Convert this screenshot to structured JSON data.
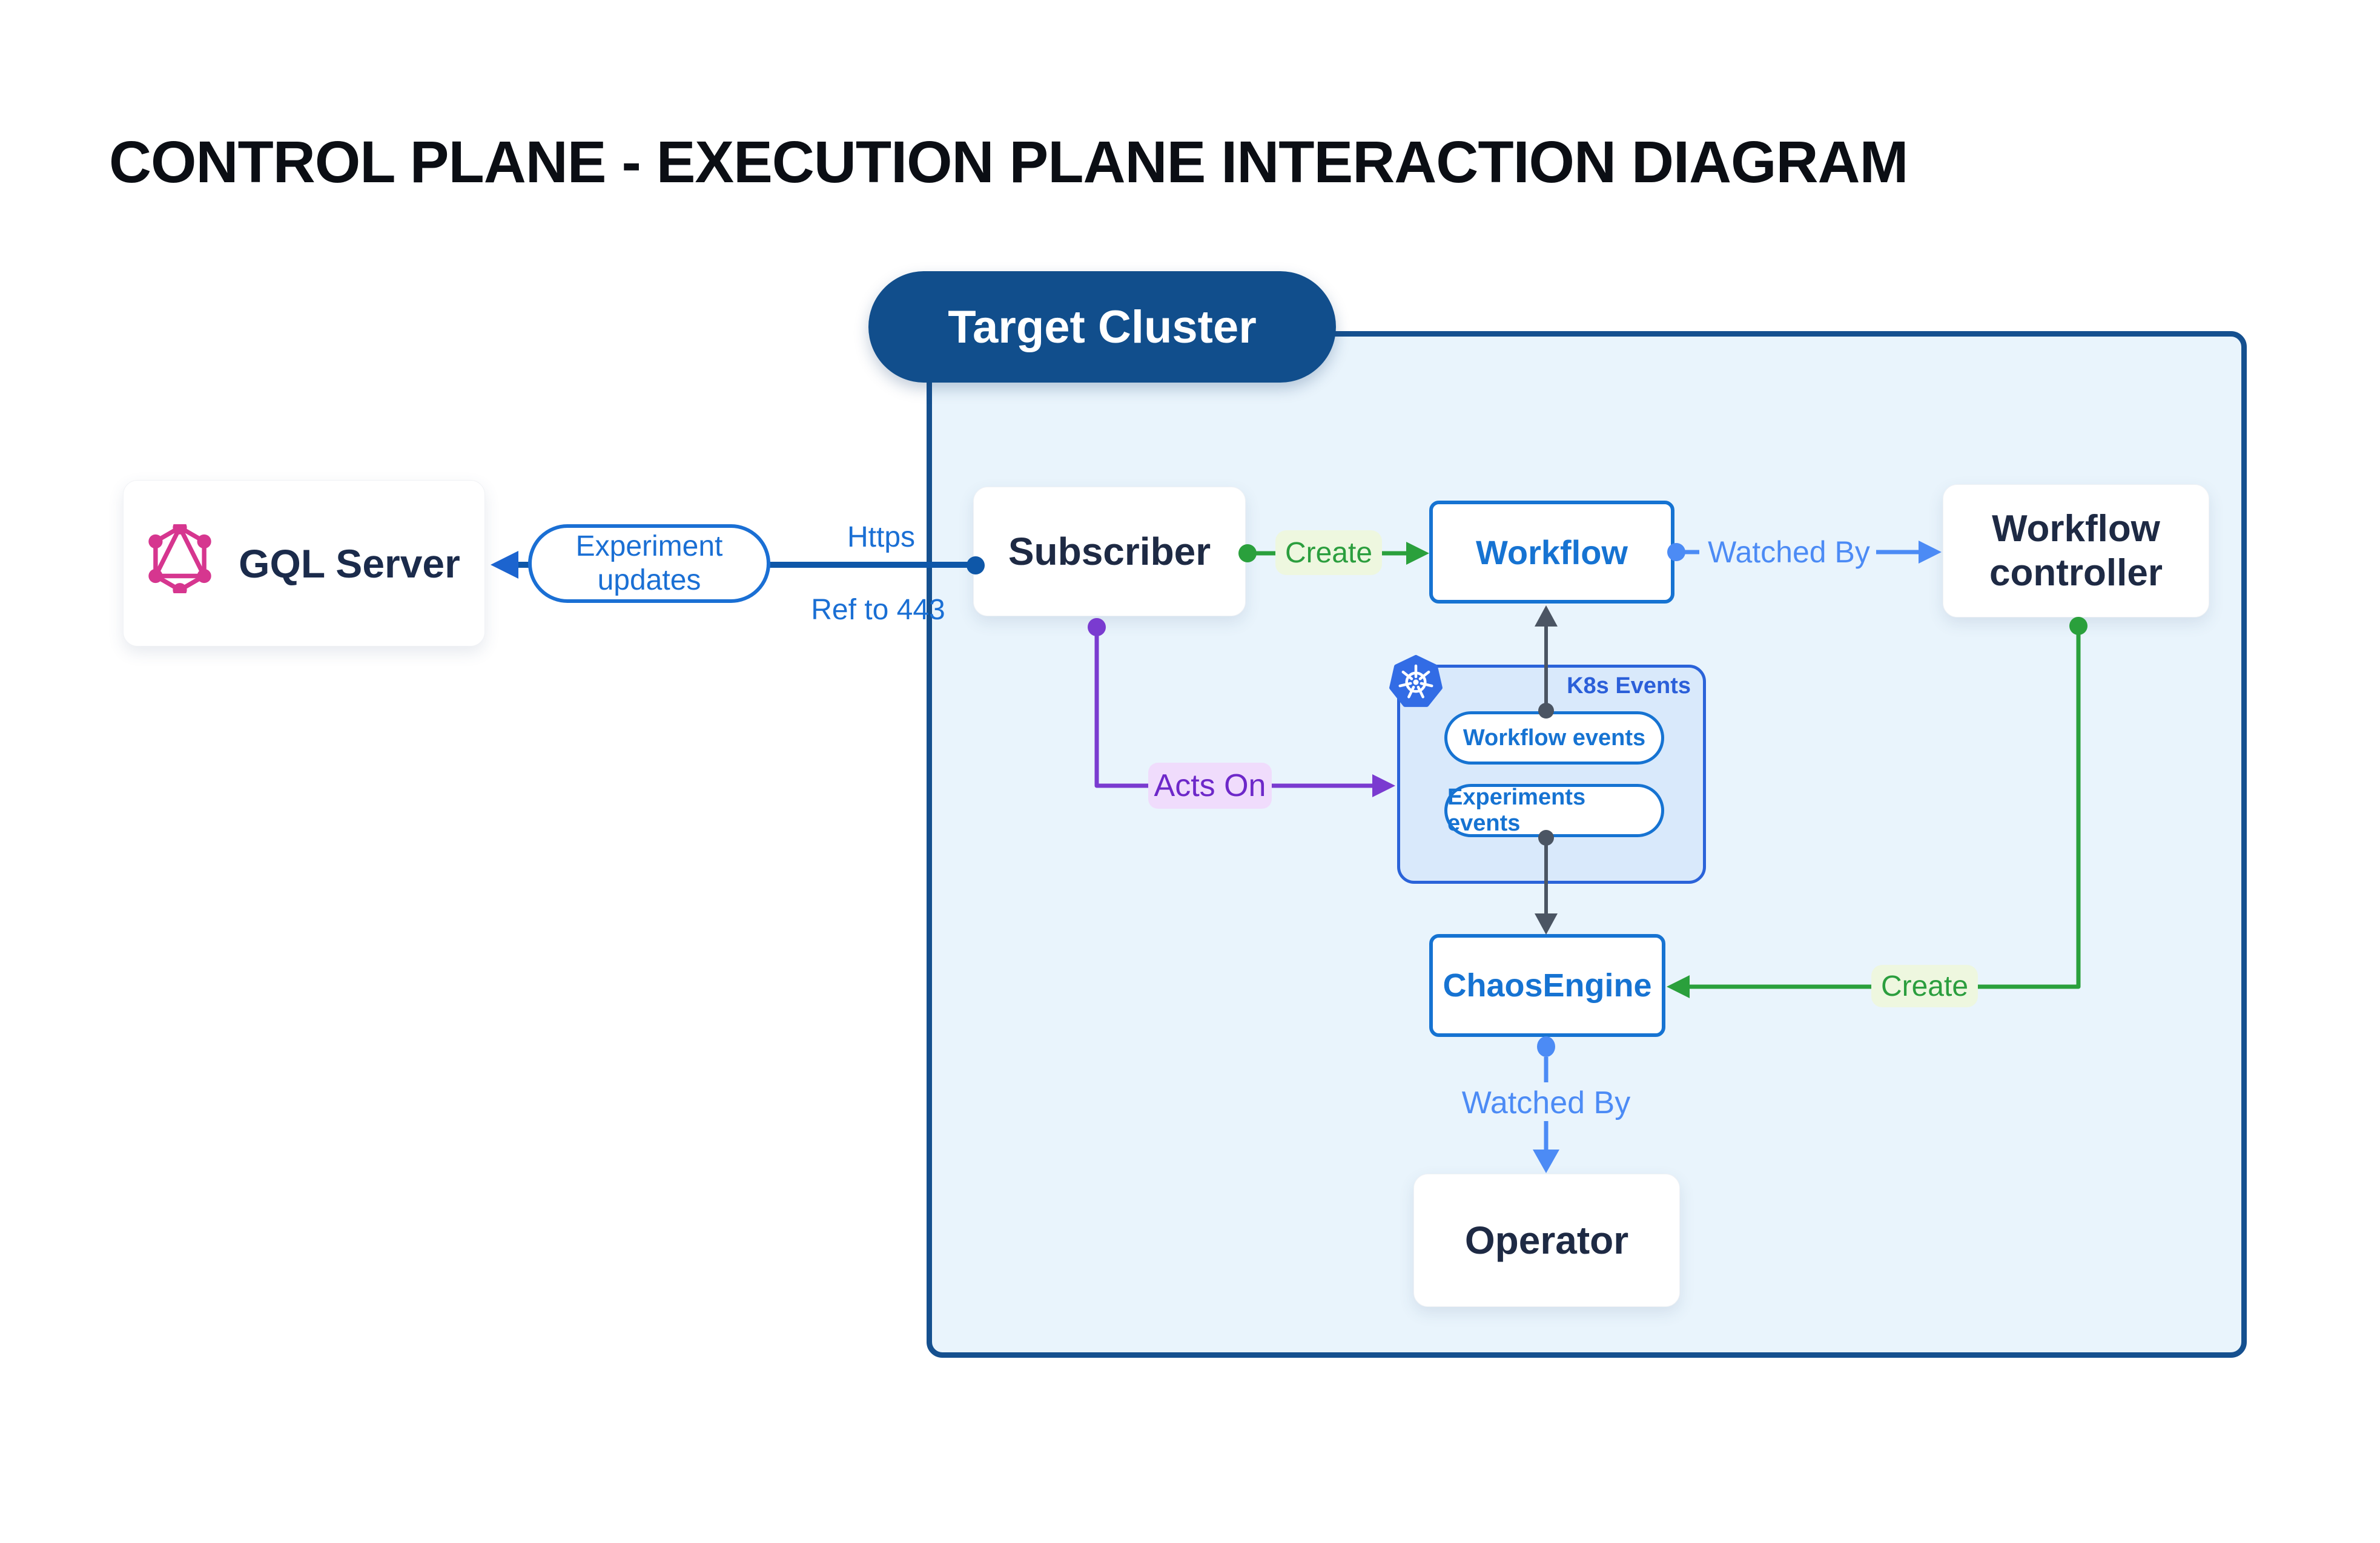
{
  "title": "CONTROL PLANE - EXECUTION PLANE INTERACTION DIAGRAM",
  "cluster": {
    "label": "Target Cluster"
  },
  "nodes": {
    "gql_server": {
      "label": "GQL Server"
    },
    "subscriber": {
      "label": "Subscriber"
    },
    "workflow": {
      "label": "Workflow"
    },
    "workflow_controller": {
      "label": "Workflow controller"
    },
    "chaos_engine": {
      "label": "ChaosEngine"
    },
    "operator": {
      "label": "Operator"
    }
  },
  "k8s_events": {
    "title": "K8s Events",
    "items": [
      {
        "label": "Workflow events"
      },
      {
        "label": "Experiments events"
      }
    ]
  },
  "edges": {
    "experiment_updates": {
      "label": "Experiment updates"
    },
    "https": {
      "label": "Https"
    },
    "ref_443": {
      "label": "Ref to 443"
    },
    "create_workflow": {
      "label": "Create"
    },
    "watched_by_workflow": {
      "label": "Watched By"
    },
    "acts_on": {
      "label": "Acts On"
    },
    "create_chaos": {
      "label": "Create"
    },
    "watched_by_chaos": {
      "label": "Watched By"
    }
  },
  "icons": {
    "graphql": "graphql-logo",
    "kubernetes": "kubernetes-logo"
  },
  "colors": {
    "title_text": "#0b0e14",
    "cluster_fill": "#e9f4fc",
    "cluster_border": "#15508f",
    "cluster_badge": "#114e8c",
    "node_navy_text": "#1e2a44",
    "node_blue": "#1673d2",
    "edge_dark_blue": "#0e57a8",
    "edge_light_blue": "#4c8bf5",
    "edge_green": "#2aa03c",
    "edge_purple": "#7a3bd0",
    "edge_gray": "#4b5563",
    "green_tag_bg": "#eef7df",
    "purple_tag_bg": "#f0dcfc",
    "k8s_box_fill": "#d9e9fb",
    "k8s_box_border": "#2b63d9",
    "k8s_text": "#2b5fd9",
    "graphql_pink": "#d6368f",
    "kubernetes_blue": "#326ce5"
  }
}
